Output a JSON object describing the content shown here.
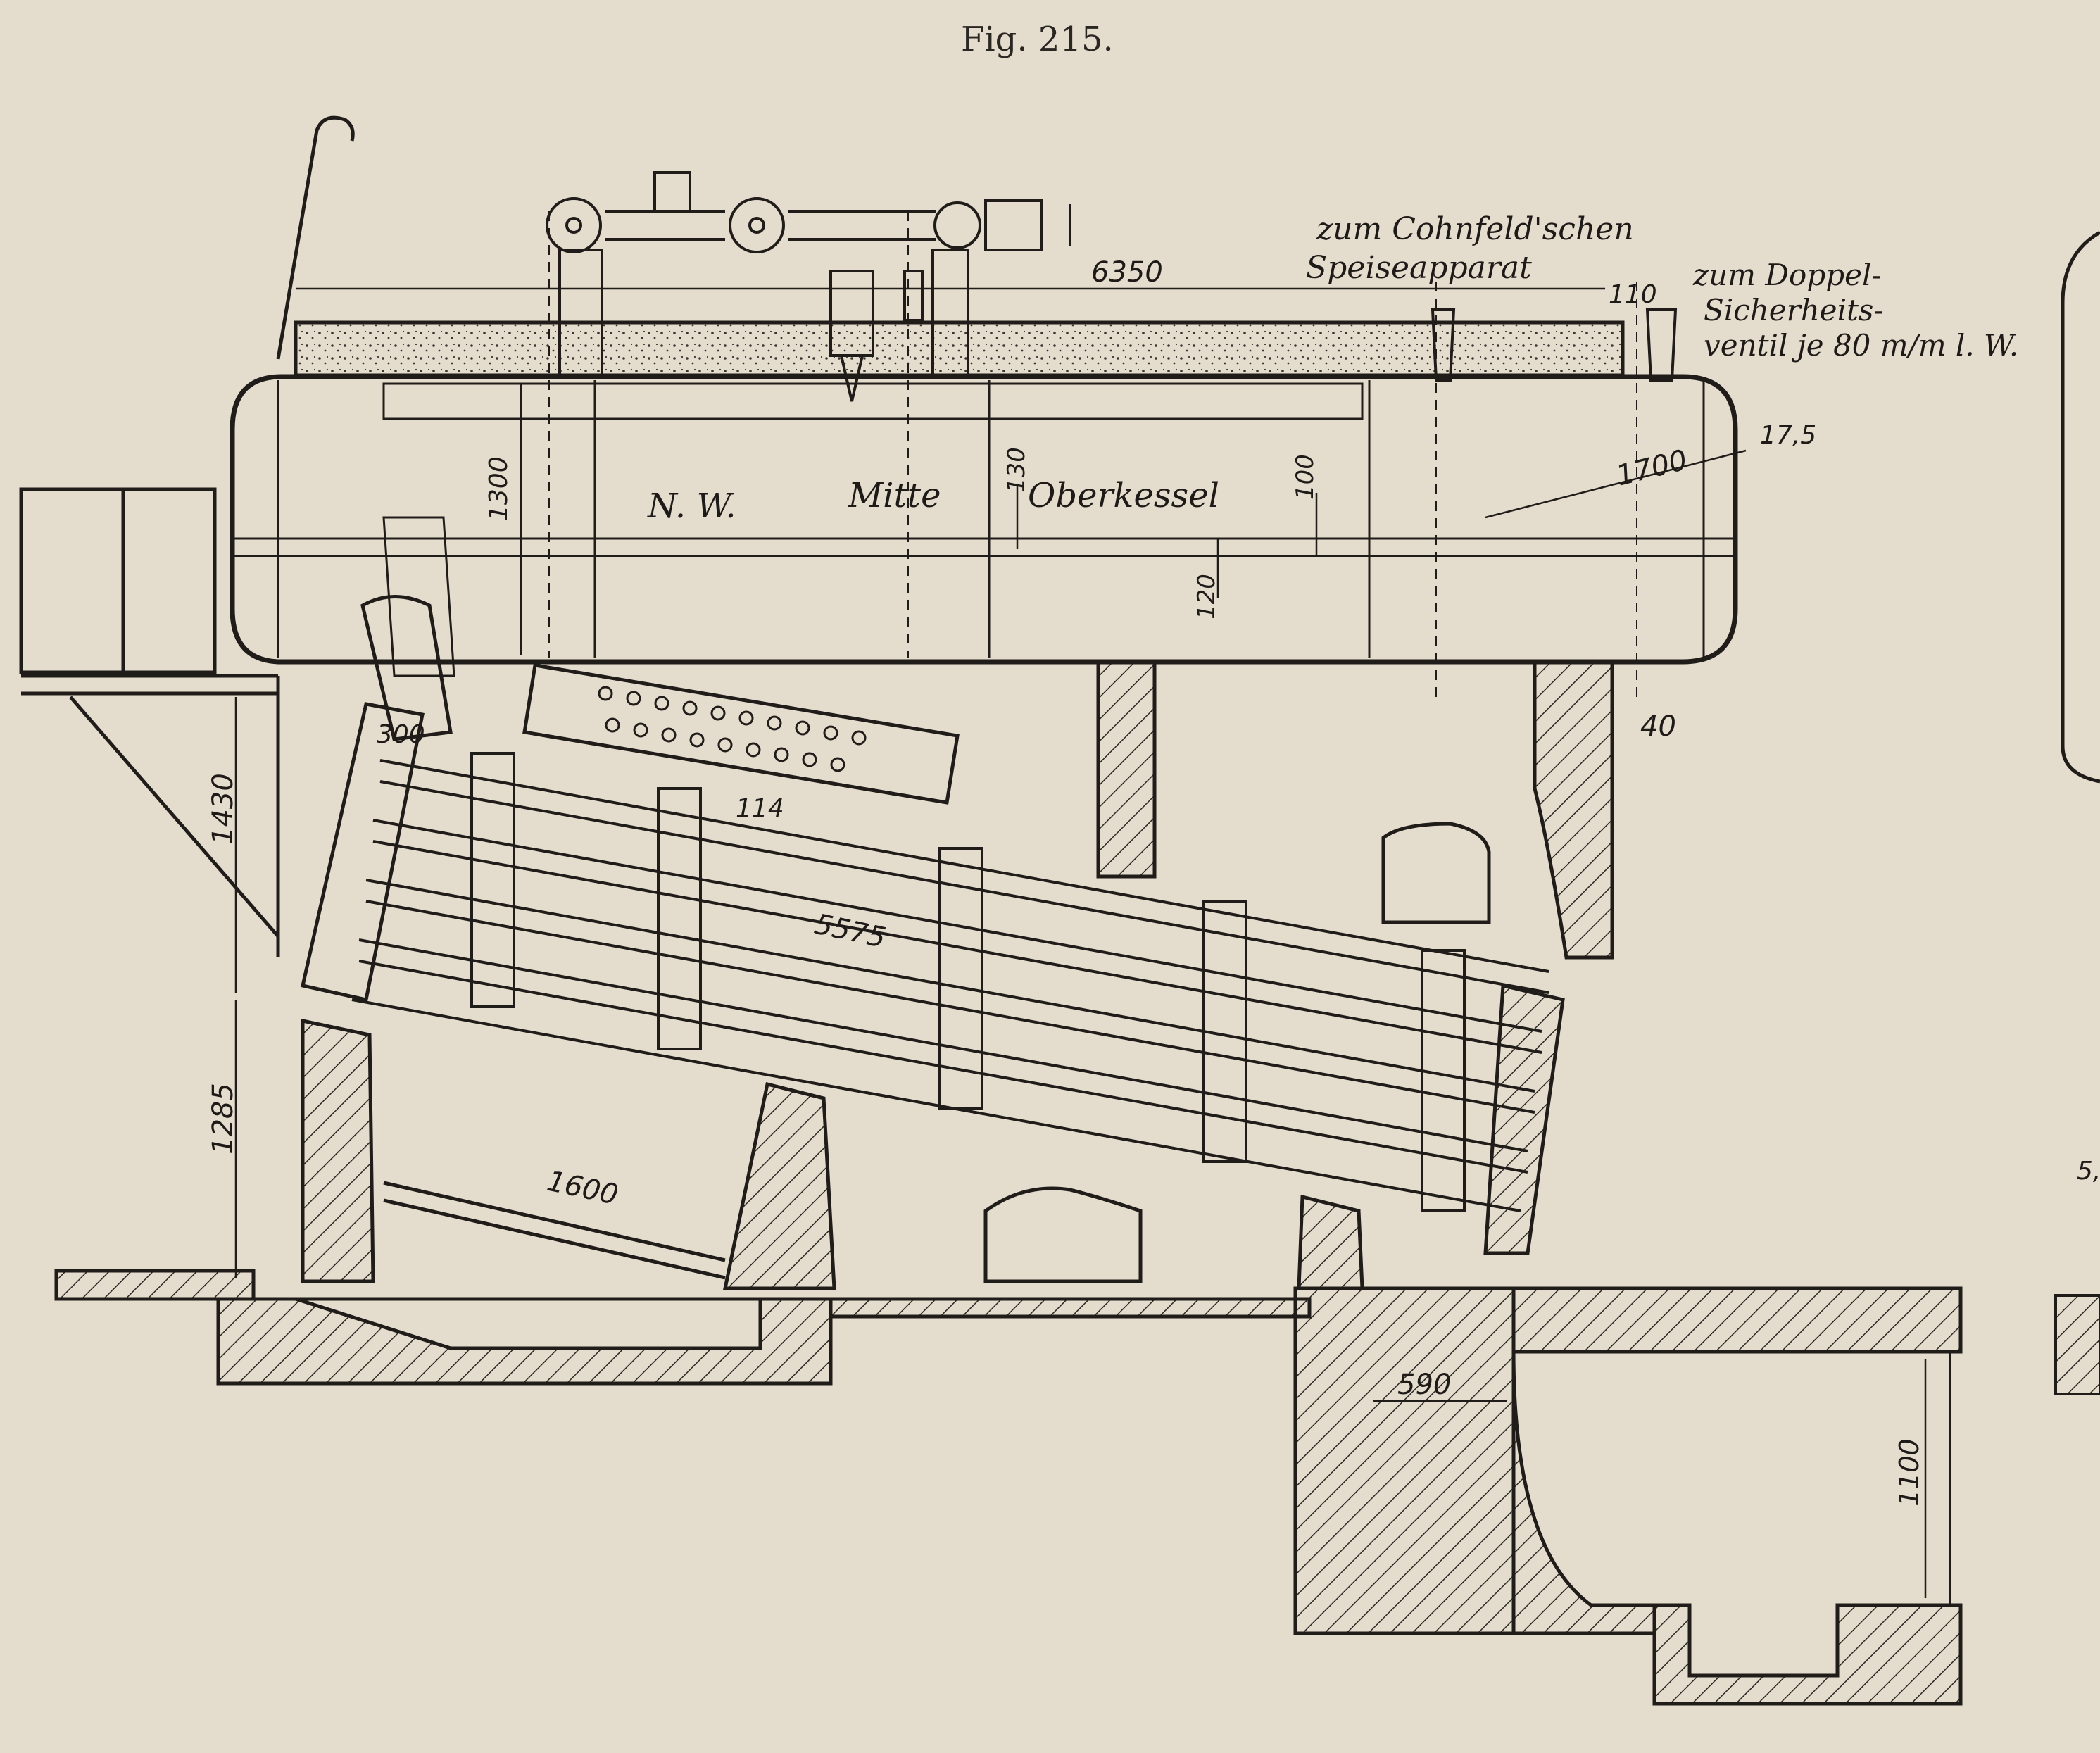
{
  "figure": {
    "caption": "Fig. 215."
  },
  "labels": {
    "feed_to_1": "zum Cohnfeld'schen",
    "feed_to_2": "Speiseapparat",
    "safety_1": "zum Doppel-",
    "safety_2": "Sicherheits-",
    "safety_3": "ventil je 80 m/m l. W.",
    "water_level": "N. W.",
    "middle": "Mitte",
    "upper_drum": "Oberkessel"
  },
  "dimensions": {
    "d6350": "6350",
    "d110": "110",
    "d1300": "1300",
    "d130": "130",
    "d100": "100",
    "d120": "120",
    "d1700": "1700",
    "d17_5": "17,5",
    "d40": "40",
    "d300": "300",
    "d1430": "1430",
    "d114": "114",
    "d5575": "5575",
    "d1285": "1285",
    "d1600": "1600",
    "d590": "590",
    "d1100": "1100",
    "edge_fragment": "5,"
  },
  "colors": {
    "paper": "#e4dccd",
    "ink": "#1f1c19"
  }
}
